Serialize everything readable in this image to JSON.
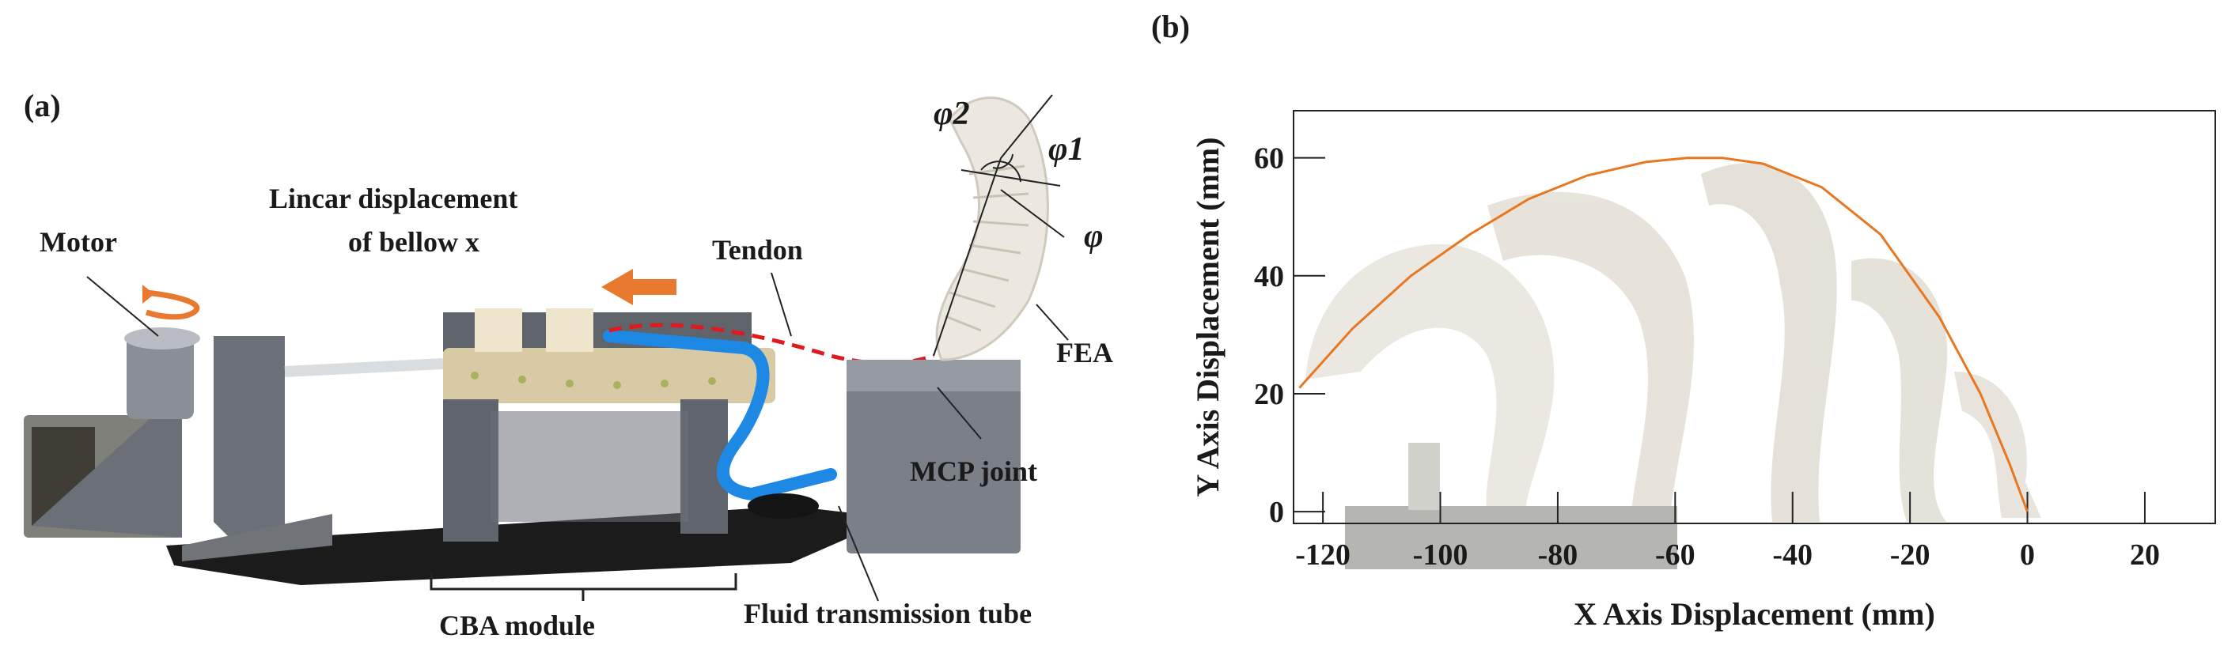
{
  "panel_a": {
    "label": "(a)",
    "annotations": {
      "motor": "Motor",
      "linear_line1": "Lincar displacement",
      "linear_line2": "of bellow x",
      "tendon": "Tendon",
      "fea": "FEA",
      "mcp": "MCP joint",
      "cba": "CBA module",
      "tube": "Fluid transmission tube",
      "phi2": "φ2",
      "phi1": "φ1",
      "phi": "φ"
    },
    "colors": {
      "arrow": "#e8792f",
      "tendon": "#e0191f",
      "tube": "#1e88e5",
      "plate": "#1b1b1b",
      "frame": "#6b6f78",
      "fea": "#ece8df"
    }
  },
  "panel_b": {
    "label": "(b)"
  },
  "chart_data": {
    "type": "line",
    "xlabel": "X Axis Displacement (mm)",
    "ylabel": "Y Axis Displacement (mm)",
    "xlim": [
      -125,
      32
    ],
    "ylim": [
      -2,
      68
    ],
    "xticks": [
      -120,
      -100,
      -80,
      -60,
      -40,
      -20,
      0,
      20
    ],
    "yticks": [
      0,
      20,
      40,
      60
    ],
    "series": [
      {
        "color": "#e87722",
        "x": [
          -124,
          -115,
          -105,
          -95,
          -85,
          -75,
          -65,
          -58,
          -52,
          -45,
          -35,
          -25,
          -15,
          -8,
          -3,
          0
        ],
        "y": [
          21,
          31,
          40,
          47,
          53,
          57,
          59.3,
          60,
          60,
          59,
          55,
          47,
          33,
          20,
          8,
          0
        ]
      }
    ],
    "grid": false
  }
}
